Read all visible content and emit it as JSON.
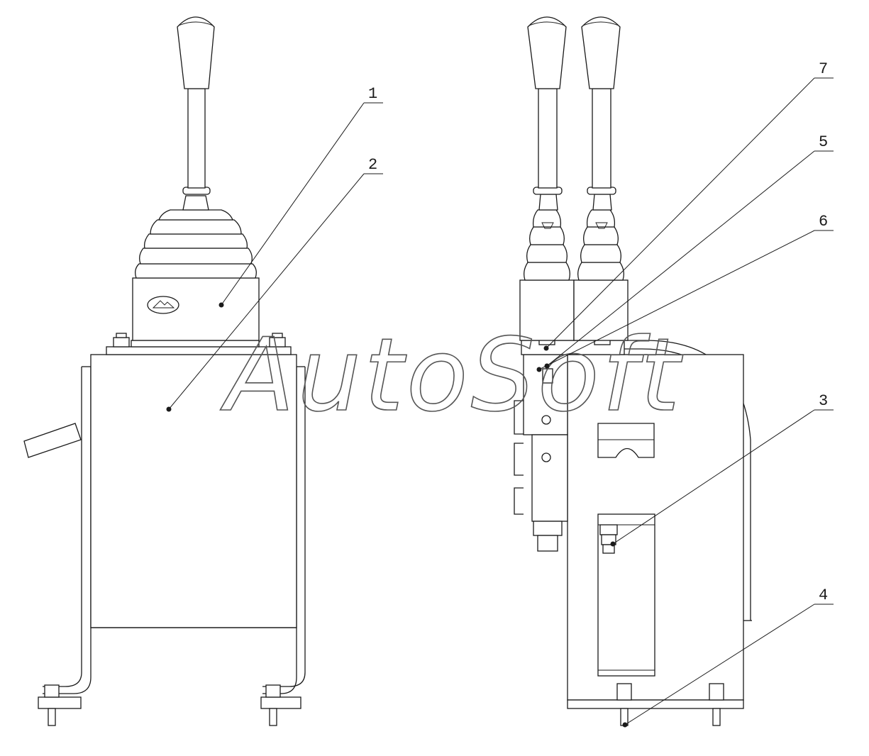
{
  "callouts": [
    {
      "id": "1",
      "label": "1"
    },
    {
      "id": "2",
      "label": "2"
    },
    {
      "id": "3",
      "label": "3"
    },
    {
      "id": "4",
      "label": "4"
    },
    {
      "id": "5",
      "label": "5"
    },
    {
      "id": "6",
      "label": "6"
    },
    {
      "id": "7",
      "label": "7"
    }
  ],
  "watermark": "AutoSoft",
  "colors": {
    "line": "#1a1a1a",
    "background": "#ffffff",
    "watermark": "#555555"
  }
}
